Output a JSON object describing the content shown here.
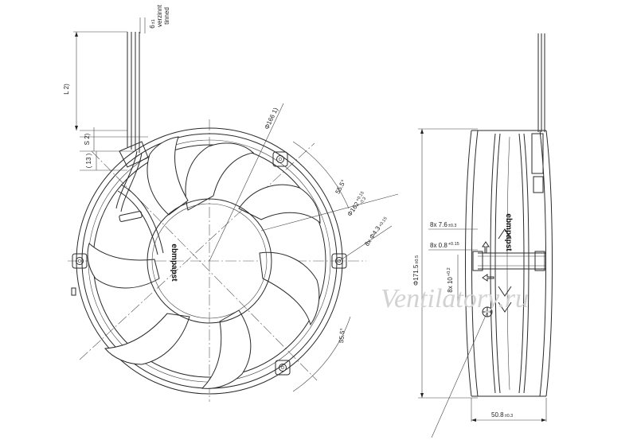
{
  "front_view": {
    "dim_l": "L 2)",
    "dim_s": "S 2)",
    "dim_13": "( 13 )",
    "dim_diameter_166": "Φ166 1)",
    "dim_angle_top": "55.5°",
    "dim_diameter_162": "Φ162",
    "dim_diameter_162_tol_upper": "+0.15",
    "dim_diameter_162_tol_lower": "-0.3",
    "dim_holes": "8x Φ4.3",
    "dim_holes_tol": "+0.15",
    "dim_angle_bottom": "55.5°",
    "lead_length": "6",
    "lead_length_tol": "±1",
    "lead_note_1": "verzinnt",
    "lead_note_2": "tinned",
    "logo_text": "ebmpapst"
  },
  "side_view": {
    "dim_height": "Φ171.5",
    "dim_height_tol": "±0.5",
    "dim_upper": "8x 7.6",
    "dim_upper_tol": "±0.3",
    "dim_middle": "8x 0.8",
    "dim_middle_tol": "+0.15",
    "dim_lower": "8x 10",
    "dim_lower_tol": "+0.2",
    "dim_width": "50.8",
    "dim_width_tol": "±0.3",
    "logo_text": "ebmpapst"
  },
  "watermark": "Ventilatory.ru"
}
